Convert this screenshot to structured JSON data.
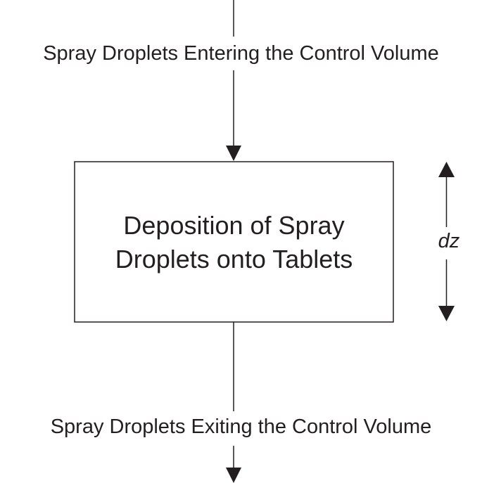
{
  "diagram": {
    "top_label": "Spray Droplets Entering the Control Volume",
    "box_line_1": "Deposition of Spray",
    "box_line_2": "Droplets onto Tablets",
    "dz_label": "dz",
    "bottom_label": "Spray Droplets Exiting the Control Volume"
  },
  "colors": {
    "ink": "#231f20",
    "background": "#ffffff"
  }
}
